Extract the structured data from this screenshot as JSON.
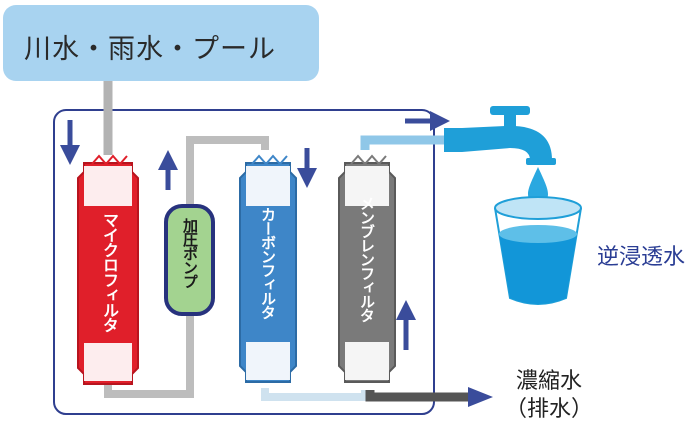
{
  "source": {
    "label": "川水・雨水・プール"
  },
  "filters": {
    "micro": "マイクロフィルタ",
    "pump": "加圧ポンプ",
    "carbon": "カーボンフィルタ",
    "membrane": "メンブレンフィルタ"
  },
  "outputs": {
    "ro_water": "逆浸透水",
    "concentrate": "濃縮水",
    "drain": "（排水）"
  },
  "colors": {
    "source_box": "#a8d3f0",
    "micro": "#e01f2a",
    "pump": "#a3d390",
    "carbon": "#3e86c8",
    "membrane": "#7a7a7a",
    "arrow": "#3a4c9b",
    "frame": "#2f3f8f"
  },
  "icons": [
    "faucet-icon",
    "water-drop-icon",
    "water-glass-icon"
  ]
}
